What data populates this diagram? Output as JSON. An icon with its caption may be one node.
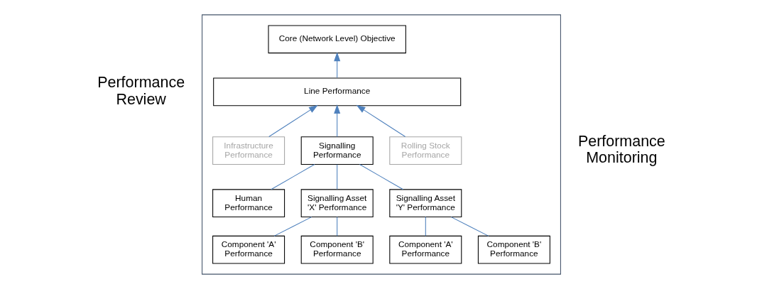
{
  "diagram": {
    "nodes": [
      {
        "text": [],
        "shape": "box"
      },
      {
        "text": [
          "Core (Network Level) Objective"
        ],
        "in": 0
      },
      {
        "text": [
          "Line Performance"
        ],
        "in": 0
      },
      {
        "text": [
          "Infrastructure Performance"
        ],
        "in": 0
      },
      {
        "text": [
          "Signalling Performance"
        ],
        "in": 0
      },
      {
        "text": [
          "Rolling Stock Performance"
        ],
        "in": 0
      },
      {
        "text": [
          "Human Performance"
        ],
        "in": 0
      },
      {
        "text": [
          "Signalling Asset 'X' Performance"
        ],
        "in": 0
      },
      {
        "text": [
          "Signalling Asset 'Y' Performance"
        ],
        "in": 0
      },
      {
        "text": [
          "Component 'A' Performance"
        ],
        "in": 0
      },
      {
        "text": [
          "Component 'B' Performance"
        ],
        "in": 0
      },
      {
        "text": [
          "Component 'A' Performance"
        ],
        "in": 0
      },
      {
        "text": [
          "Component 'B' Performance"
        ],
        "in": 0
      }
    ],
    "edges": [
      {
        "from": 2,
        "to": 1,
        "arrow": "to"
      },
      {
        "from": 3,
        "to": 2,
        "arrow": "to"
      },
      {
        "from": 4,
        "to": 2,
        "arrow": "to"
      },
      {
        "from": 5,
        "to": 2,
        "arrow": "to"
      },
      {
        "from": 6,
        "to": 4,
        "arrow": "none"
      },
      {
        "from": 7,
        "to": 4,
        "arrow": "none"
      },
      {
        "from": 8,
        "to": 4,
        "arrow": "none"
      },
      {
        "from": 9,
        "to": 7,
        "arrow": "none"
      },
      {
        "from": 10,
        "to": 7,
        "arrow": "none"
      },
      {
        "from": 11,
        "to": 8,
        "arrow": "none"
      },
      {
        "from": 12,
        "to": 8,
        "arrow": "none"
      }
    ],
    "labels": [
      "Performance Review",
      "Performance Monitoring"
    ]
  }
}
